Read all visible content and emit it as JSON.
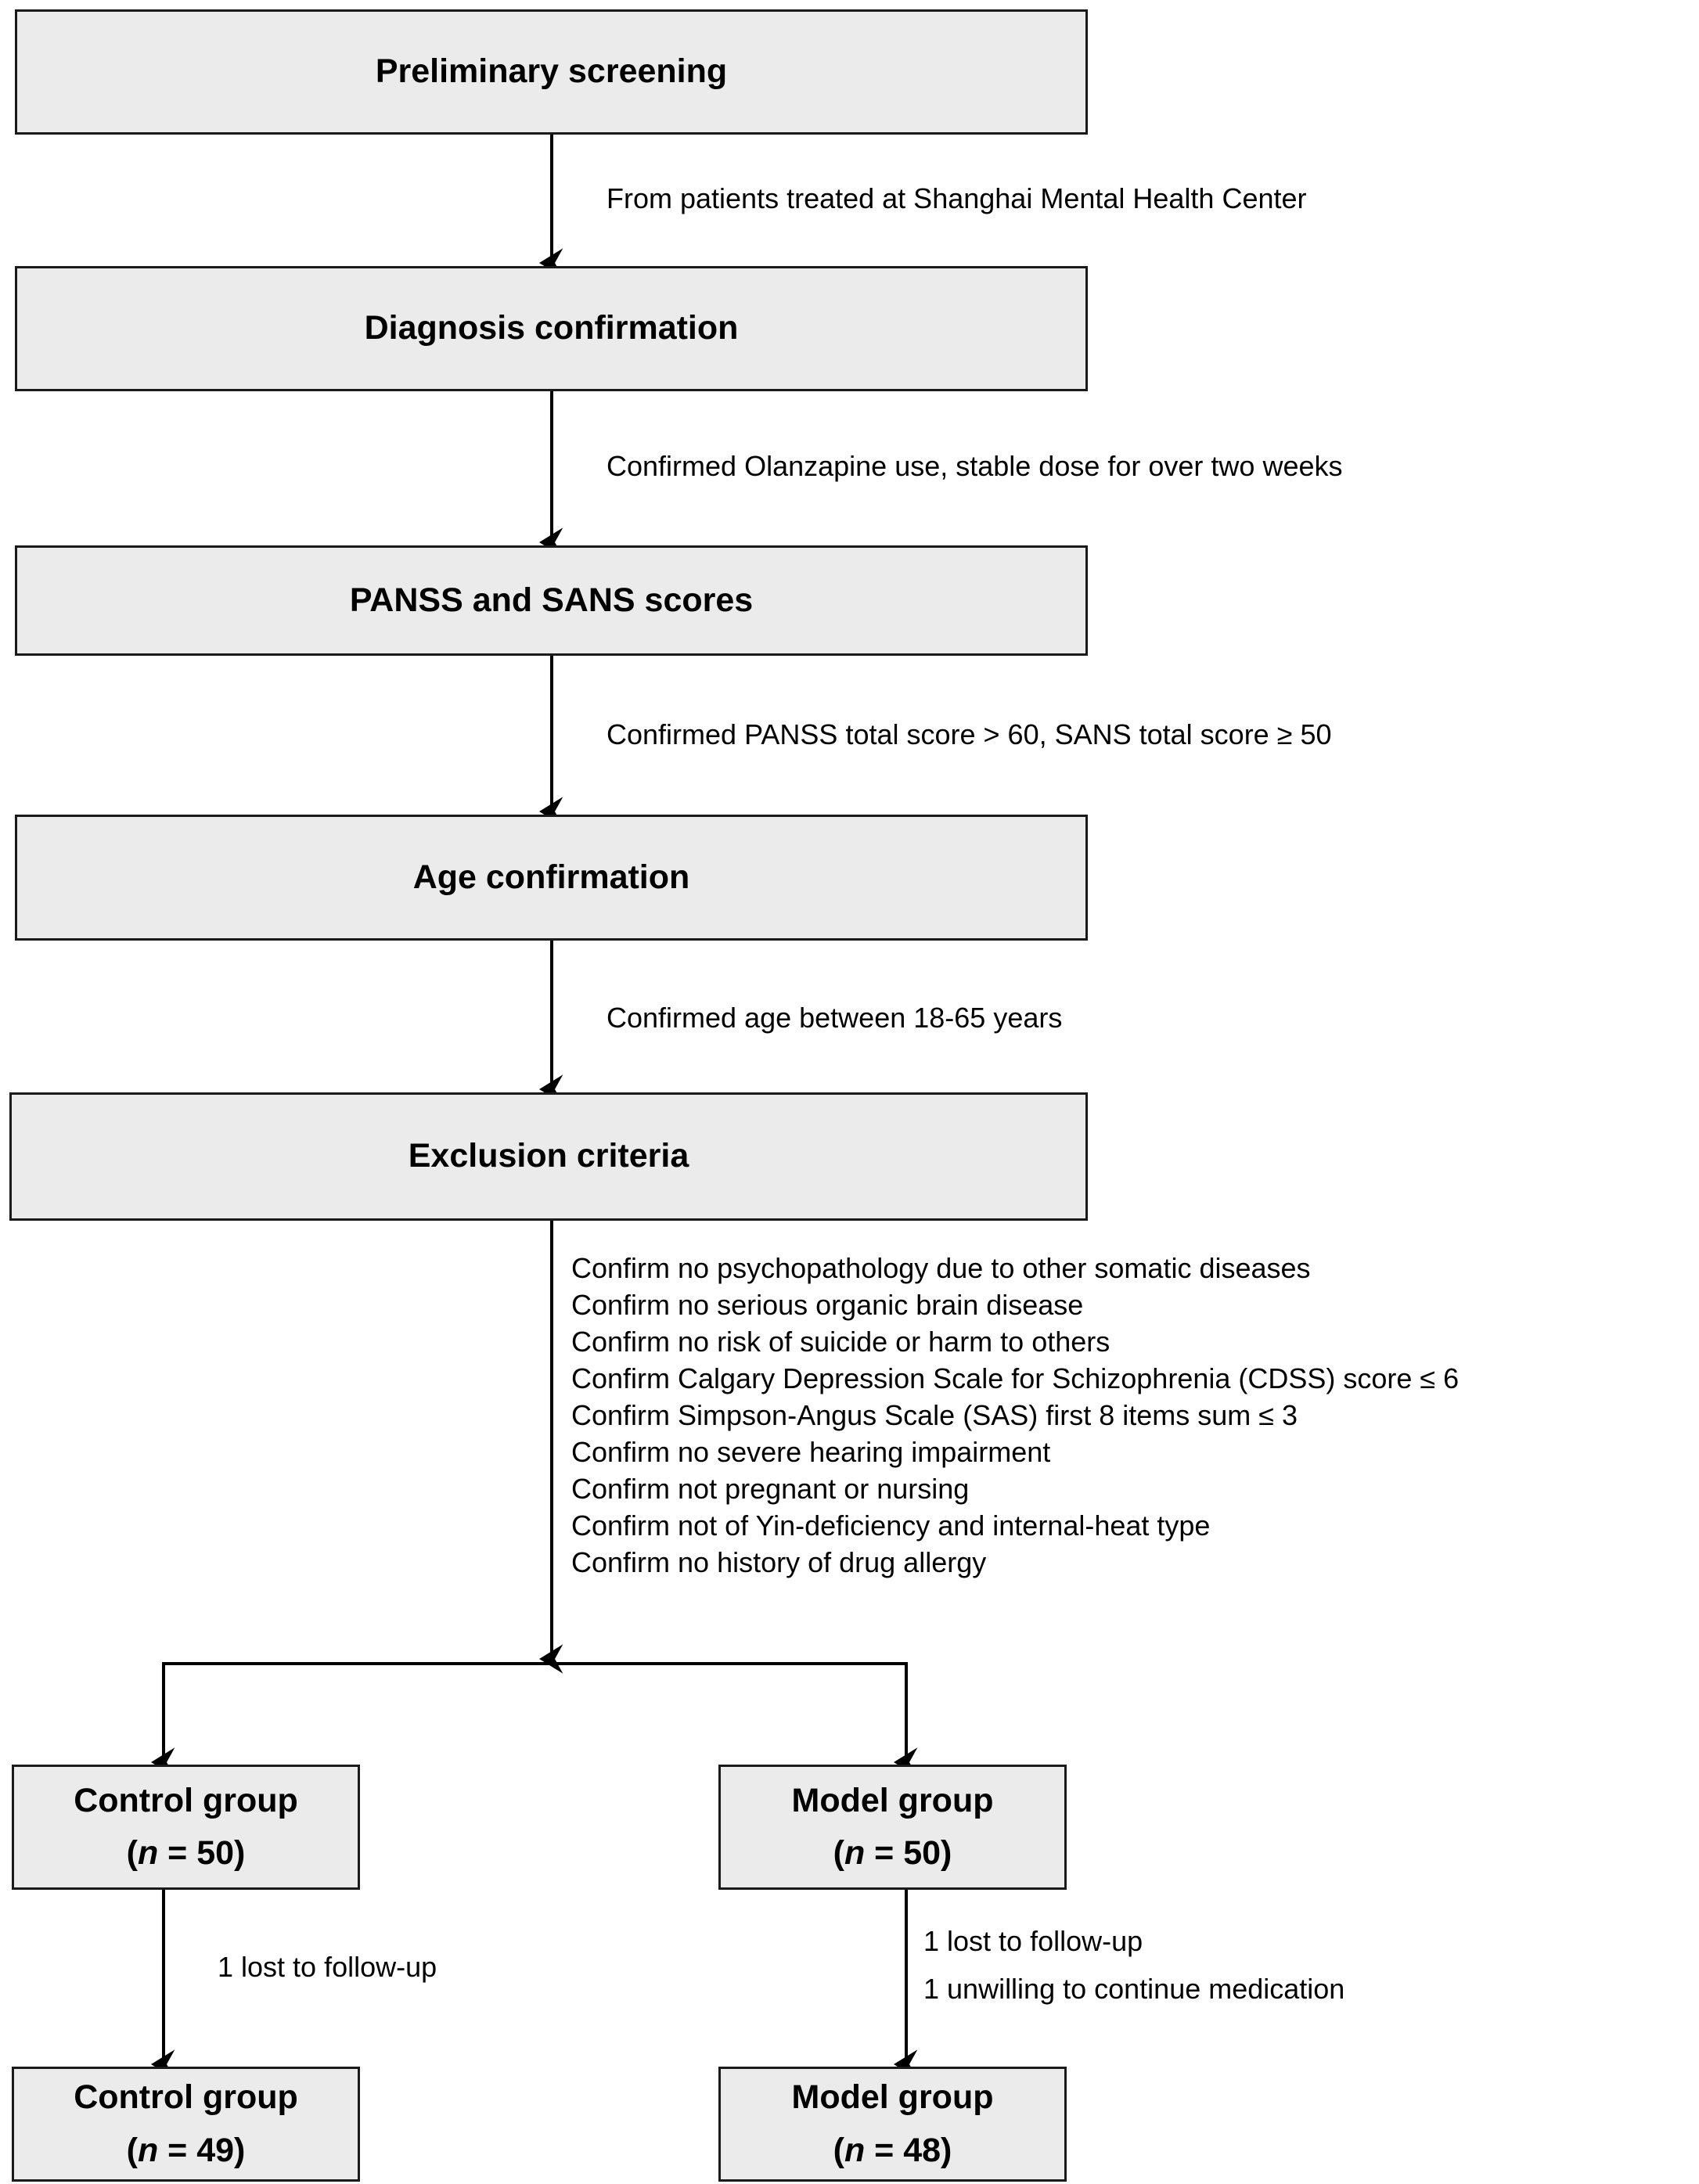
{
  "diagram": {
    "title": "Participant screening and enrollment flowchart",
    "colors": {
      "box_fill": "#ebebeb",
      "box_border": "#1a1a1a",
      "line": "#000000",
      "background": "#ffffff"
    },
    "nodes": [
      {
        "id": "preliminary-screening",
        "label": "Preliminary screening"
      },
      {
        "id": "diagnosis-confirmation",
        "label": "Diagnosis confirmation"
      },
      {
        "id": "panss-sans-scores",
        "label": "PANSS and SANS scores"
      },
      {
        "id": "age-confirmation",
        "label": "Age confirmation"
      },
      {
        "id": "exclusion-criteria",
        "label": "Exclusion criteria"
      },
      {
        "id": "control-group-50",
        "label": "Control group",
        "count_prefix": "(",
        "count_italic": "n",
        "count_suffix": " = 50)"
      },
      {
        "id": "model-group-50",
        "label": "Model group",
        "count_prefix": "(",
        "count_italic": "n",
        "count_suffix": " = 50)"
      },
      {
        "id": "control-group-49",
        "label": "Control group",
        "count_prefix": "(",
        "count_italic": "n",
        "count_suffix": " = 49)"
      },
      {
        "id": "model-group-48",
        "label": "Model group",
        "count_prefix": "(",
        "count_italic": "n",
        "count_suffix": " = 48)"
      }
    ],
    "edge_labels": {
      "screening_to_diagnosis": "From patients treated at Shanghai Mental Health Center",
      "diagnosis_to_scores": "Confirmed Olanzapine use, stable dose for over two weeks",
      "scores_to_age": "Confirmed PANSS total score > 60, SANS total score ≥ 50",
      "age_to_exclusion": "Confirmed age between 18-65 years",
      "control_dropout": "1 lost to follow-up",
      "model_dropout_line1": "1 lost to follow-up",
      "model_dropout_line2": "1 unwilling to continue medication"
    },
    "exclusion_criteria": [
      "Confirm no psychopathology due to other somatic diseases",
      "Confirm no serious organic brain disease",
      "Confirm no risk of suicide or harm to others",
      "Confirm Calgary Depression Scale for Schizophrenia (CDSS) score ≤ 6",
      "Confirm Simpson-Angus Scale (SAS) first 8 items sum ≤ 3",
      "Confirm no severe hearing impairment",
      "Confirm not pregnant or nursing",
      "Confirm not of Yin-deficiency and internal-heat type",
      "Confirm no history of drug allergy"
    ]
  }
}
